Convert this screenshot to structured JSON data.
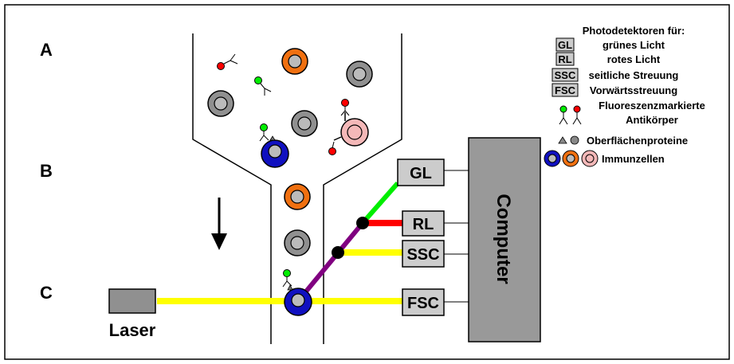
{
  "stage_labels": {
    "a": "A",
    "b": "B",
    "c": "C"
  },
  "instrument": {
    "laser": "Laser",
    "computer": "Computer",
    "detectors": {
      "gl": "GL",
      "rl": "RL",
      "ssc": "SSC",
      "fsc": "FSC"
    }
  },
  "legend": {
    "title": "Photodetektoren für:",
    "items": [
      {
        "code": "GL",
        "text": "grünes Licht"
      },
      {
        "code": "RL",
        "text": "rotes Licht"
      },
      {
        "code": "SSC",
        "text": "seitliche Streuung"
      },
      {
        "code": "FSC",
        "text": "Vorwärtsstreuung"
      }
    ],
    "antibody_line1": "Fluoreszenzmarkierte",
    "antibody_line2": "Antikörper",
    "proteins": "Oberflächenproteine",
    "cells": "Immunzellen"
  },
  "colors": {
    "beam": "#ffff00",
    "green_light": "#00ee00",
    "red_light": "#ff0000",
    "scatter": "#800080",
    "cell_blue": "#1010c0",
    "cell_orange": "#f07010",
    "cell_pink": "#f4b8b8",
    "cell_gray": "#909090",
    "box_gray": "#999999",
    "detector_fill": "#cccccc"
  }
}
